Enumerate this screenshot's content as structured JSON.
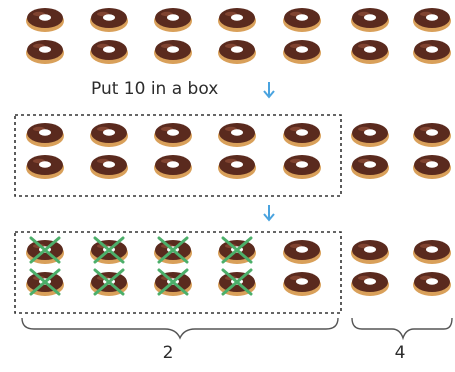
{
  "colors": {
    "icing": "#5a2a1e",
    "icing_highlight": "#8a4a35",
    "dough": "#d9a05a",
    "dough_edge": "#b37a3a",
    "cross": "#4caf6a",
    "arrow": "#4aa3df",
    "box_border": "#333333",
    "text": "#2c2c2c"
  },
  "icons": {
    "donut": "donut-icon",
    "cross": "cross-out-icon",
    "arrow": "arrow-down-icon",
    "brace": "brace"
  },
  "row_1": {
    "donut_count": 14
  },
  "step_caption": "Put 10 in a box",
  "row_2": {
    "boxed_count": 10,
    "outside_count": 4
  },
  "row_3": {
    "boxed_count": 10,
    "crossed_out_count": 8,
    "outside_count": 4
  },
  "brace_labels": {
    "boxed_remaining": "2",
    "outside": "4"
  }
}
